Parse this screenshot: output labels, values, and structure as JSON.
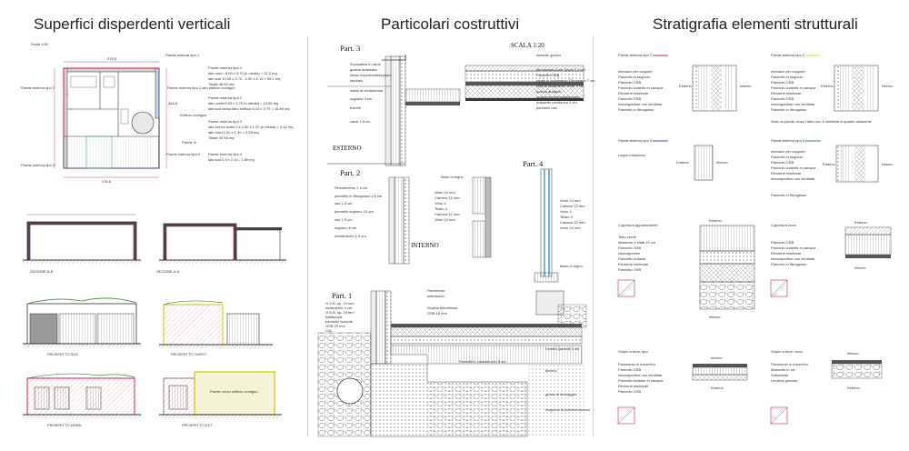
{
  "titles": {
    "left": "Superfici disperdenti verticali",
    "center": "Particolari costruttivi",
    "right": "Stratigrafia elementi strutturali"
  },
  "left": {
    "scale": "Scala 1:50",
    "walls": [
      "Parete esterna tipo 1",
      "Parete esterna tipo 2",
      "Parete esterna tipo 3",
      "Parete esterna tipo 4"
    ],
    "calc": [
      {
        "title": "Parete esterna tipo 1",
        "lines": [
          "lato nord  : 6.00 x 3.70 (h media) = 22.2 mq",
          "lato sud  10.00 x 3.70 - 0.90 x 2.10 = 35.1 mq",
          "Totale           46.50 mq"
        ]
      },
      {
        "title": "Parete esterna tipo 2",
        "lines": [
          "lato ovest      6.00 x 3.70 (h media) = 19.65 mq",
          "lato sud verso altro edificio  6.00 x 3.70 = 16.88 mq"
        ]
      },
      {
        "title": "Parete esterna tipo 3",
        "lines": [
          "lato est ed ovest  2 x 1.30 x 1.20 (h media) = 3.12 mq",
          "lato nord    2.50 x 1.30   = 3.25 mq",
          "Totale          30.94 mq"
        ]
      },
      {
        "title": "Parete esterna tipo 4",
        "lines": [
          "lato sud   0.9 x 2.10 - 1.89 mq"
        ]
      }
    ],
    "labels": {
      "other_building": "Edificio contiguo",
      "wall_contig": "Parete esterna tipo 2 lato edificio contiguo",
      "nord": "Parete N"
    },
    "sections": [
      "SEZIONE B-B",
      "SEZIONE A-A"
    ],
    "elevations": [
      "PROSPETTO SUD",
      "PROSPETTO OVEST",
      "PROSPETTO NORD",
      "PROSPETTO EST"
    ],
    "contiguous_wall": "Parete verso edificio contiguo"
  },
  "center": {
    "scale": "SCALA 1:20",
    "parts": [
      "Part. 3",
      "Part. 2",
      "Part. 4",
      "Part. 1"
    ],
    "labels": {
      "esterno": "ESTERNO",
      "interno": "INTERNO"
    },
    "part3_left": [
      "Scossalina in rame",
      "guaina ardesiata",
      "strato impermeabilizzante",
      "tavolato",
      "listelli di ventilazione",
      "sughero 4 cm",
      "travetti",
      "calce 1.5 cm"
    ],
    "part3_right": [
      "Isolante grezzo",
      "Membrana Gore Tyvek 0.1 cm",
      "Pannello OSB",
      "strato di isolamento Fibrolegno 7 cm",
      "fibra di isolamento Gore 2 cm",
      "guaina antigelo",
      "guaina impermeabilizzante",
      "massetto pendenza 4 cm",
      "pannello osb"
    ],
    "part2_left": [
      "Rivestimento 1.5 cm",
      "pannello in fibrogesso 1.5 cm",
      "osb 1.5 cm",
      "pannello sughero 10 cm",
      "osb 1.5 cm",
      "sughero 6 cm",
      "rivestimento 1.5 cm"
    ],
    "part4": [
      "telaio in legno",
      "Vetro 10 mm",
      "Camera 12 mm",
      "Vetro 4",
      "Telaio 4",
      "Camera 12 mm",
      "Vetro 10 mm"
    ],
    "part1_left": [
      "O.S.B. sp. 24 mm",
      "isolamento 4 cm",
      "O.S.B. sp. 24 mm",
      "battiscopa",
      "pannello isolante",
      "OSB 20 mm",
      "CAL"
    ],
    "part1_top": [
      "Pavimento",
      "sottofondo",
      "Guaina bituminosa",
      "OSB 18 mm"
    ],
    "part1_right": [
      "Soletta pannelli 5 cm",
      "Pannelli in calcestruzzo 5 cm",
      "Pozzetto di collegamento",
      "terreno",
      "ghiaia di drenaggio",
      "magrone di sottofondazione"
    ]
  },
  "right": {
    "cards": [
      {
        "title": "Parete esterna tipo 1",
        "items": [
          "Intonaco per cappotti",
          "Pannello in sughero",
          "Pannello OSB",
          "Pannello isolante in canapa",
          "Elementi strutturali",
          "Pannello OSB",
          "Intercapedine non ventilata",
          "Pannello in fibrogesso"
        ]
      },
      {
        "title": "Parete esterna tipo 2",
        "items": [
          "Intonaco per cappotti",
          "Pannello in sughero",
          "Pannello OSB",
          "Pannello isolante in canapa",
          "Elementi strutturali",
          "Pannello OSB",
          "Intercapedine non ventilata",
          "Pannello in fibrogesso"
        ]
      },
      {
        "title": "Parete esterna tipo 3",
        "items": [
          "Legno massiccio"
        ]
      },
      {
        "title": "Parete esterna tipo 4",
        "items": [
          "Intonaco per cappotti",
          "Pannello in sughero",
          "Pannello OSB",
          "Pannello isolante in canapa",
          "Elementi strutturali",
          "Intercapedine non ventilata",
          "Pannello in fibrogesso"
        ]
      },
      {
        "title": "Copertura appartamento",
        "items": [
          "Tetto verde",
          "Massetto  4 strati 10 cm",
          "Pannello OSB",
          "Intercapedine",
          "Pannello isolante",
          "Elementi strutturali",
          "Pannello OSB"
        ]
      },
      {
        "title": "Copertura zona",
        "items": [
          "Pannello OSB",
          "Pannello isolante in canapa",
          "Elementi strutturali",
          "Intercapedine non ventilata",
          "Pannello in fibrogesso"
        ]
      },
      {
        "title": "Solaio a terra, app.",
        "items": [
          "Pavimento in travertino",
          "Pannello OSB",
          "Intercapedine non ventilata",
          "Pannello isolante in canapa",
          "Elementi strutturali",
          "Pannello OSB"
        ]
      },
      {
        "title": "Solaio a terra, zona",
        "items": [
          "Pavimento in travertino",
          "Massetto in cls",
          "Sottofondo",
          "Lamiera grecata"
        ]
      }
    ],
    "note": "Nota: la parete verso l'altro non è ventilata in quanto adiacente",
    "labels": {
      "esterno": "Esterno",
      "interno": "Interno",
      "estern": "Esterno"
    }
  }
}
